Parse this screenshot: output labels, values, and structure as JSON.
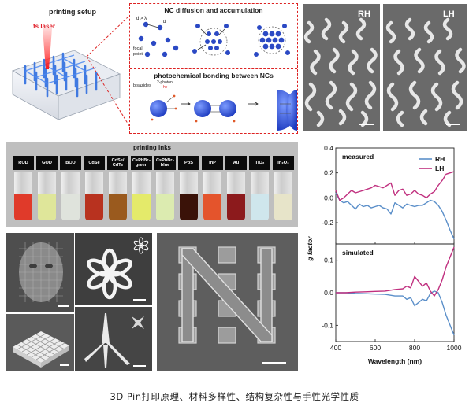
{
  "setup": {
    "title": "printing setup",
    "laser_label": "fs laser"
  },
  "nc": {
    "diffusion_title": "NC diffusion and accumulation",
    "bonding_title": "photochemical bonding between NCs",
    "d_label_top": "d > λ",
    "d_label_mid": "d",
    "focal_label_1": "focal",
    "focal_label_2": "point",
    "bonding_label_1": "bisazides",
    "bonding_label_2": "2-photon",
    "hv_label": "hν"
  },
  "sem_rh_label": "RH",
  "sem_lh_label": "LH",
  "inks": {
    "title": "printing inks",
    "vials": [
      {
        "label": "RQD",
        "liquid": "#e03a2a"
      },
      {
        "label": "GQD",
        "liquid": "#dfe69a"
      },
      {
        "label": "BQD",
        "liquid": "#dfe3dc"
      },
      {
        "label": "CdSe",
        "liquid": "#b8321f"
      },
      {
        "label": "CdSe/\nCdTe",
        "liquid": "#9a5a1e"
      },
      {
        "label": "CsPbBr₃\ngreen",
        "liquid": "#e4ea6a"
      },
      {
        "label": "CsPbBr₃\nblue",
        "liquid": "#dcebb0"
      },
      {
        "label": "PbS",
        "liquid": "#3a1208"
      },
      {
        "label": "InP",
        "liquid": "#e4542c"
      },
      {
        "label": "Au",
        "liquid": "#8c1a1c"
      },
      {
        "label": "TiO₂",
        "liquid": "#cfe6ec"
      },
      {
        "label": "In₂O₃",
        "liquid": "#e7e4c9"
      }
    ]
  },
  "chart_data": [
    {
      "type": "line",
      "title": "measured",
      "xlabel": "Wavelength (nm)",
      "ylabel": "g factor",
      "xlim": [
        400,
        1000
      ],
      "ylim": [
        -0.37,
        0.4
      ],
      "yticks": [
        -0.2,
        0.0,
        0.2,
        0.4
      ],
      "legend": "top-right",
      "series": [
        {
          "name": "RH",
          "color": "#5b8fc9",
          "x": [
            400,
            420,
            440,
            460,
            480,
            500,
            520,
            540,
            560,
            580,
            600,
            620,
            640,
            660,
            680,
            700,
            720,
            740,
            760,
            780,
            800,
            820,
            840,
            860,
            880,
            900,
            920,
            940,
            960,
            980,
            1000
          ],
          "y": [
            0.04,
            -0.02,
            -0.04,
            -0.03,
            -0.06,
            -0.09,
            -0.05,
            -0.07,
            -0.06,
            -0.08,
            -0.07,
            -0.06,
            -0.08,
            -0.09,
            -0.13,
            -0.04,
            -0.06,
            -0.08,
            -0.05,
            -0.06,
            -0.07,
            -0.06,
            -0.06,
            -0.04,
            -0.02,
            -0.03,
            -0.06,
            -0.11,
            -0.18,
            -0.26,
            -0.33
          ]
        },
        {
          "name": "LH",
          "color": "#c0307f",
          "x": [
            400,
            420,
            440,
            460,
            480,
            500,
            520,
            540,
            560,
            580,
            600,
            620,
            640,
            660,
            680,
            700,
            720,
            740,
            760,
            780,
            800,
            820,
            840,
            860,
            880,
            900,
            920,
            940,
            960,
            980,
            1000
          ],
          "y": [
            0.06,
            -0.02,
            0.0,
            0.03,
            0.06,
            0.04,
            0.05,
            0.06,
            0.07,
            0.08,
            0.1,
            0.09,
            0.08,
            0.1,
            0.12,
            0.02,
            0.06,
            0.07,
            0.02,
            0.03,
            0.06,
            0.03,
            0.02,
            0.0,
            0.03,
            0.05,
            0.1,
            0.14,
            0.19,
            0.2,
            0.21
          ]
        }
      ]
    },
    {
      "type": "line",
      "title": "simulated",
      "xlabel": "Wavelength (nm)",
      "ylabel": "g factor",
      "xlim": [
        400,
        1000
      ],
      "ylim": [
        -0.15,
        0.15
      ],
      "yticks": [
        -0.1,
        0.0,
        0.1
      ],
      "series": [
        {
          "name": "RH",
          "color": "#5b8fc9",
          "x": [
            400,
            450,
            500,
            550,
            600,
            650,
            700,
            740,
            760,
            780,
            800,
            820,
            840,
            860,
            880,
            900,
            920,
            940,
            960,
            980,
            1000
          ],
          "y": [
            0.0,
            0.0,
            -0.002,
            -0.003,
            -0.004,
            -0.005,
            -0.01,
            -0.01,
            -0.02,
            -0.015,
            -0.04,
            -0.03,
            -0.02,
            -0.025,
            -0.002,
            0.005,
            0.0,
            -0.03,
            -0.07,
            -0.1,
            -0.13
          ]
        },
        {
          "name": "LH",
          "color": "#c0307f",
          "x": [
            400,
            450,
            500,
            550,
            600,
            650,
            700,
            740,
            760,
            780,
            800,
            820,
            840,
            860,
            880,
            900,
            920,
            940,
            960,
            980,
            1000
          ],
          "y": [
            0.0,
            0.0,
            0.002,
            0.003,
            0.004,
            0.005,
            0.01,
            0.012,
            0.02,
            0.015,
            0.05,
            0.035,
            0.02,
            0.03,
            0.005,
            -0.01,
            0.01,
            0.04,
            0.08,
            0.11,
            0.14
          ]
        }
      ]
    }
  ],
  "chart_ticks_x": [
    400,
    600,
    800,
    1000
  ],
  "caption": "3D Pin打印原理、材料多样性、结构复杂性与手性光学性质"
}
